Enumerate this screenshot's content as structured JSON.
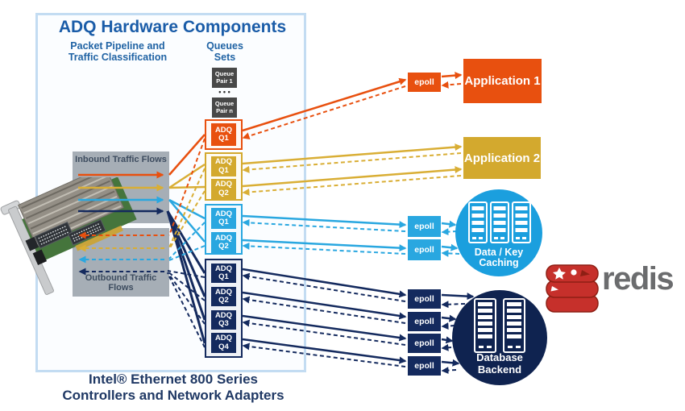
{
  "header": {
    "title": "ADQ Hardware Components",
    "pipeline_label": "Packet Pipeline and\nTraffic Classification",
    "queues_label": "Queues\nSets"
  },
  "queue_pairs": {
    "first": "Queue\nPair 1",
    "dots": "• • •",
    "last": "Queue\nPair n"
  },
  "queue_groups": {
    "orange": {
      "items": [
        "ADQ\nQ1"
      ]
    },
    "gold": {
      "items": [
        "ADQ\nQ1",
        "ADQ\nQ2"
      ]
    },
    "blue": {
      "items": [
        "ADQ\nQ1",
        "ADQ\nQ2"
      ]
    },
    "navy": {
      "items": [
        "ADQ\nQ1",
        "ADQ\nQ2",
        "ADQ\nQ3",
        "ADQ\nQ4"
      ]
    }
  },
  "flows": {
    "inbound": "Inbound Traffic Flows",
    "outbound": "Outbound Traffic Flows"
  },
  "epoll_label": "epoll",
  "apps": {
    "app1": "Application 1",
    "app2": "Application 2"
  },
  "services": {
    "caching": "Data / Key\nCaching",
    "database": "Database\nBackend"
  },
  "redis": {
    "wordmark": "redis"
  },
  "caption": "Intel® Ethernet 800 Series\nControllers and Network Adapters",
  "colors": {
    "orange": "#E8500F",
    "gold": "#D3A92E",
    "gold_line": "#D9AE35",
    "blue": "#29A7E0",
    "navy": "#142A5E",
    "caching_circle": "#1B9FDE",
    "database_circle": "#0F2350",
    "gray_flow_box": "#A6AEB6",
    "queue_pair_gray": "#484848",
    "title_blue": "#1A5CA8",
    "caption_navy": "#1F3864",
    "big_box_border": "#C3DCF2",
    "redis_red": "#C6302B",
    "redis_dark": "#8E1F14",
    "redis_text_gray": "#6B6C6E"
  }
}
